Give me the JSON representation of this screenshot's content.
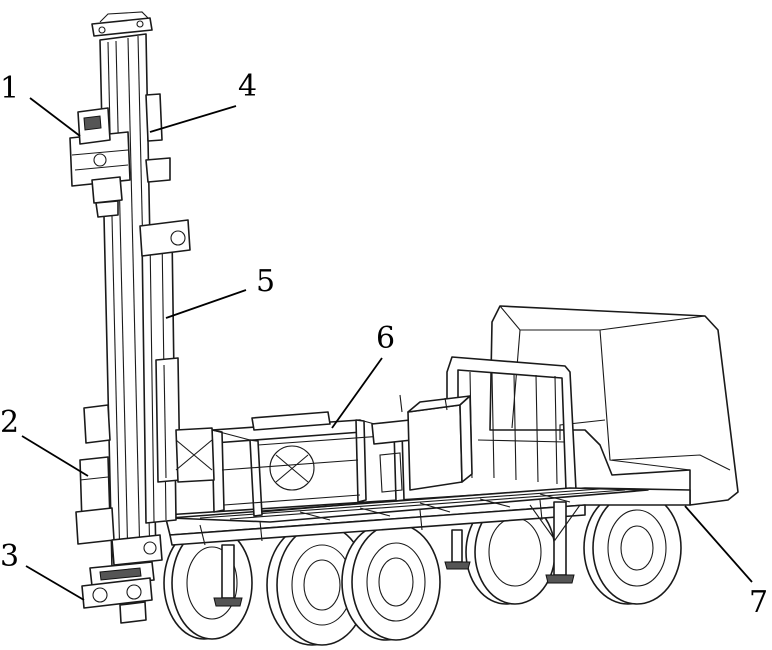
{
  "callouts": [
    {
      "id": "1"
    },
    {
      "id": "2"
    },
    {
      "id": "3"
    },
    {
      "id": "4"
    },
    {
      "id": "5"
    },
    {
      "id": "6"
    },
    {
      "id": "7"
    }
  ],
  "colors": {
    "line": "#000000",
    "background": "#ffffff"
  }
}
